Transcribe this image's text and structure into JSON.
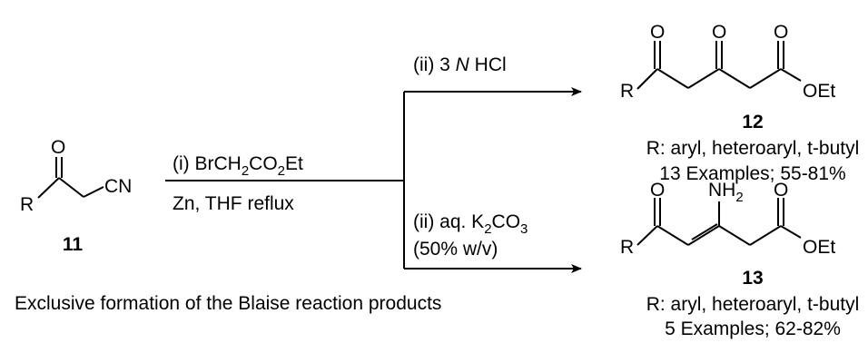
{
  "start": {
    "compound_number": "11",
    "atoms": {
      "oxygen": "O",
      "r_group": "R",
      "nitrile": "CN"
    }
  },
  "step1": {
    "reagent_prefix": "(i) BrCH",
    "reagent_sub1": "2",
    "reagent_mid": "CO",
    "reagent_sub2": "2",
    "reagent_suffix": "Et",
    "conditions": "Zn, THF reflux"
  },
  "upper_path": {
    "reagent_prefix": "(ii) 3 ",
    "reagent_italic": "N",
    "reagent_suffix": " HCl"
  },
  "lower_path": {
    "reagent_prefix": "(ii) aq. K",
    "reagent_sub1": "2",
    "reagent_mid": "CO",
    "reagent_sub2": "3",
    "concentration": "(50% w/v)"
  },
  "product_12": {
    "compound_number": "12",
    "atoms": {
      "o1": "O",
      "o2": "O",
      "o3": "O",
      "r_group": "R",
      "ester": "OEt"
    },
    "scope": "R: aryl, heteroaryl, t-butyl",
    "yield": "13 Examples; 55-81%"
  },
  "product_13": {
    "compound_number": "13",
    "atoms": {
      "o1": "O",
      "amine_prefix": "NH",
      "amine_sub": "2",
      "o3": "O",
      "r_group": "R",
      "ester": "OEt"
    },
    "scope": "R: aryl, heteroaryl, t-butyl",
    "yield": "5 Examples; 62-82%"
  },
  "footnote": "Exclusive formation of the Blaise reaction products"
}
